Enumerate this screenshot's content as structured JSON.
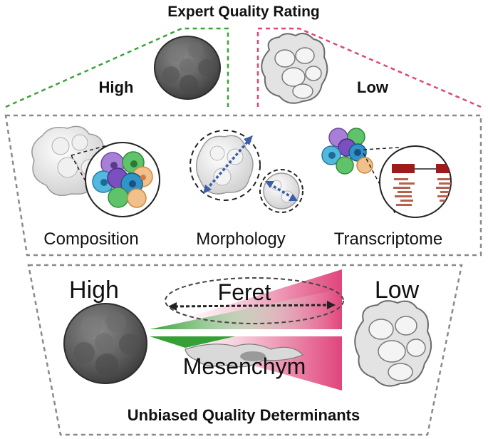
{
  "header": {
    "title": "Expert Quality Rating"
  },
  "expert": {
    "high_label": "High",
    "low_label": "Low"
  },
  "features": {
    "items": [
      {
        "label": "Composition"
      },
      {
        "label": "Morphology"
      },
      {
        "label": "Transcriptome"
      }
    ]
  },
  "determinants": {
    "high_label": "High",
    "low_label": "Low",
    "feret_label": "Feret",
    "mesenchym_label": "Mesenchym",
    "footer_title": "Unbiased Quality Determinants"
  },
  "colors": {
    "high_green": "#3aa33a",
    "low_pink": "#e0457b",
    "dashed_gray": "#8a8a8a",
    "arrow_blue": "#3b5ea8",
    "gene_red": "#9e1b1b",
    "read_brown": "#b4624e"
  }
}
